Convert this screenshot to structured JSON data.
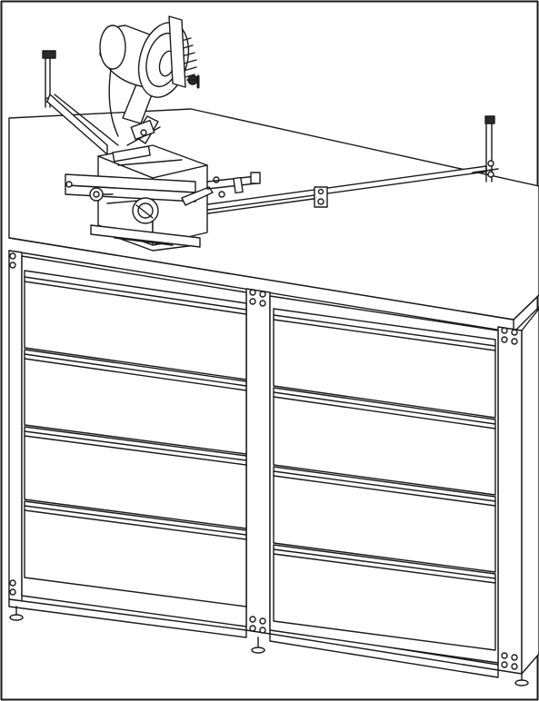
{
  "figure": {
    "subject": "workbench-with-tape-dispenser-machine",
    "style": "black-and-white line drawing",
    "colors": {
      "line": "#1a1a1a",
      "background": "#ffffff",
      "fill_dark": "#2a2a2a"
    }
  },
  "workbench": {
    "drawer_columns": 2,
    "drawers_per_column": 4,
    "leveling_feet": 4
  },
  "machine": {
    "parts": [
      "tape-reel",
      "cutter-head",
      "adjustment-knob",
      "support-arm",
      "extension-rail"
    ]
  }
}
